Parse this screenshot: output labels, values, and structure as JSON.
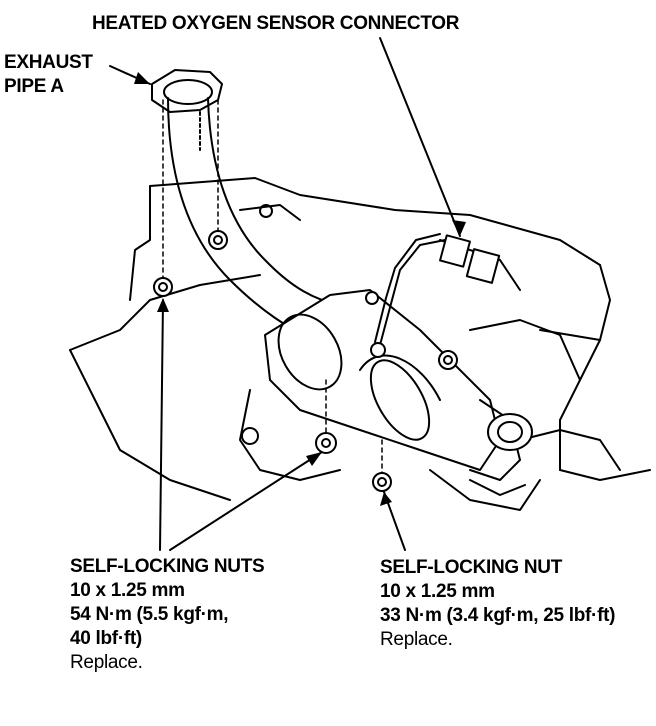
{
  "labels": {
    "sensor_connector": "HEATED OXYGEN SENSOR CONNECTOR",
    "exhaust_pipe": [
      "EXHAUST",
      "PIPE A"
    ],
    "nuts_left": {
      "title": "SELF-LOCKING NUTS",
      "size": "10 x 1.25 mm",
      "torque_1": "54 N·m (5.5 kgf·m,",
      "torque_2": "40 lbf·ft)",
      "note": "Replace."
    },
    "nut_right": {
      "title": "SELF-LOCKING NUT",
      "size": "10 x 1.25 mm",
      "torque": "33 N·m (3.4 kgf·m, 25 lbf·ft)",
      "note": "Replace."
    }
  },
  "colors": {
    "ink": "#000000",
    "paper": "#ffffff"
  }
}
